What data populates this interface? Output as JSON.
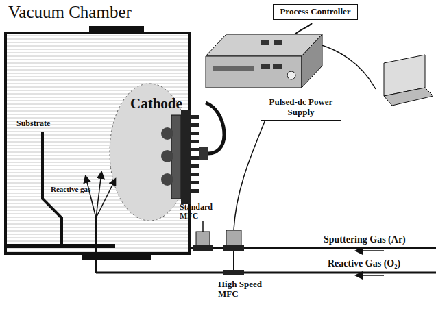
{
  "diagram": {
    "nodes": [
      {
        "text": [
          "Vacuum Chamber"
        ]
      },
      {
        "text": [
          "Process Controller"
        ]
      },
      {
        "text": [
          "Pulsed-dc Power Supply"
        ]
      }
    ],
    "labels": [
      "Cathode",
      "Substrate",
      "Reactive gas",
      "Standard MFC",
      "High Speed MFC",
      "Sputtering Gas (Ar)",
      "Reactive Gas (O₂)"
    ]
  }
}
